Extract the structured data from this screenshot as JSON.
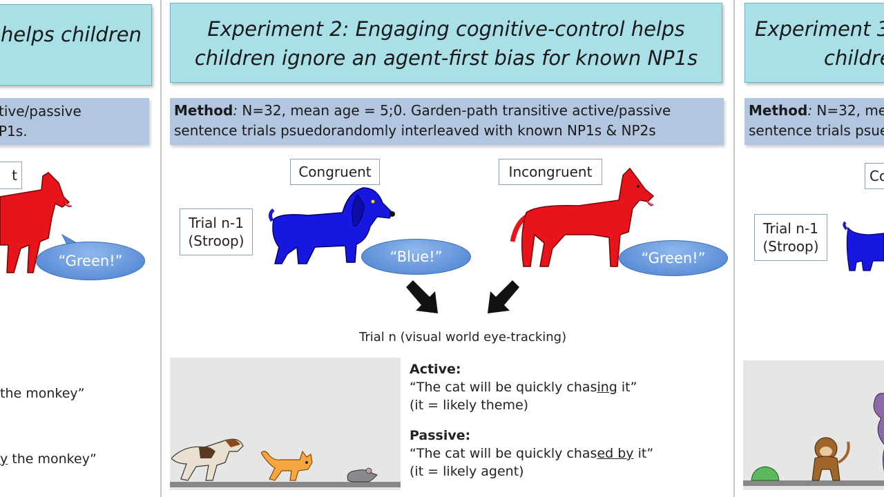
{
  "left_panel": {
    "title": "helps children",
    "method_line1": "tive/passive",
    "method_line2": "P1s.",
    "label_partial": "t",
    "bubble": "“Green!”",
    "example1": "the monkey”",
    "example2_prefix": "y",
    "example2_rest": " the monkey”"
  },
  "center_panel": {
    "title_line1": "Experiment 2: Engaging cognitive-control helps",
    "title_line2": "children ignore an agent-first bias for known NP1s",
    "method_label": "Method",
    "method_colon": ":",
    "method_line1": " N=32, mean age = 5;0. Garden-path transitive active/passive",
    "method_line2": "sentence trials psuedorandomly interleaved with known NP1s & NP2s",
    "congruent_label": "Congruent",
    "incongruent_label": "Incongruent",
    "trial_prev_line1": "Trial n-1",
    "trial_prev_line2": "(Stroop)",
    "bubble_blue": "“Blue!”",
    "bubble_green": "“Green!”",
    "trial_n": "Trial n (visual world eye-tracking)",
    "active_label": "Active:",
    "active_sentence_a": "“The cat will be quickly chas",
    "active_sentence_u": "ing",
    "active_sentence_b": " it”",
    "active_note": "(it = likely theme)",
    "passive_label": "Passive:",
    "passive_sentence_a": "“The cat will be quickly chas",
    "passive_sentence_u": "ed by",
    "passive_sentence_b": " it”",
    "passive_note": "(it = likely agent)"
  },
  "right_panel": {
    "title_line1": "Experiment 3",
    "title_line2": "childre",
    "method_label": "Method",
    "method_colon": ":",
    "method_line1": " N=32, me",
    "method_line2": "sentence trials psue",
    "label_partial": "Co",
    "trial_prev_line1": "Trial n-1",
    "trial_prev_line2": "(Stroop)"
  },
  "colors": {
    "title_fill": "#a9dfe6",
    "method_fill": "#b3c6df",
    "red_dog": "#e8141b",
    "blue_dog": "#1717e0",
    "bubble": "#5b8fd8"
  }
}
